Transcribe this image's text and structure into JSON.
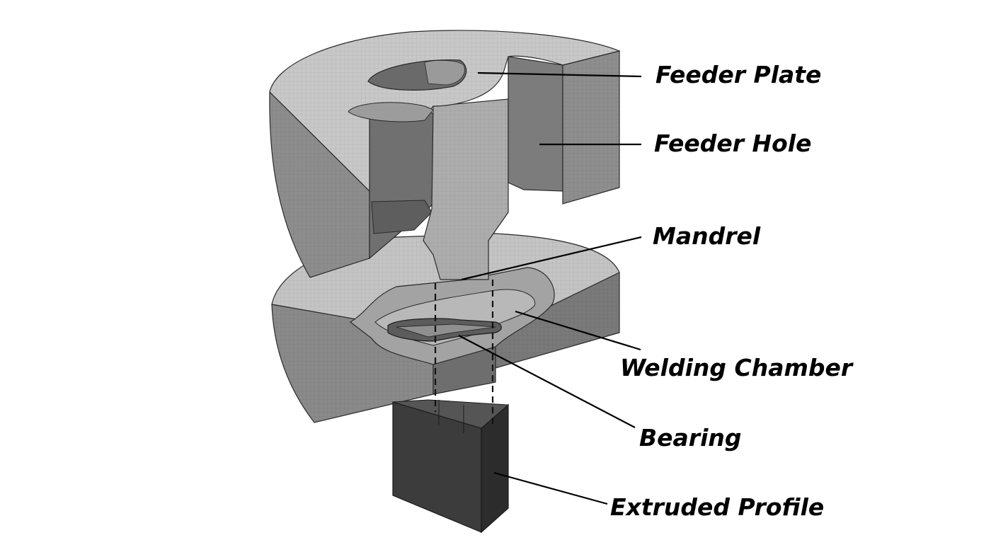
{
  "labels": {
    "feeder_plate": "Feeder Plate",
    "feeder_hole": "Feeder Hole",
    "mandrel": "Mandrel",
    "welding_chamber": "Welding Chamber",
    "bearing": "Bearing",
    "extruded_profile": "Extruded Profile"
  },
  "colors": {
    "top_face": "#c7c7c7",
    "side_face": "#8c8c8c",
    "dark_face": "#5a5a5a",
    "profile": "#3a3a3a",
    "edge": "#2a2a2a",
    "leader": "#000000"
  }
}
